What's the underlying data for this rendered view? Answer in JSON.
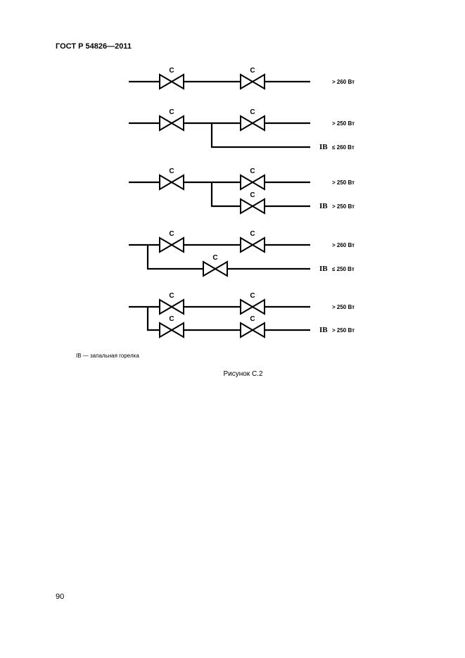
{
  "header": {
    "standard": "ГОСТ Р 54826—2011"
  },
  "valve_letter": "C",
  "ib_label": "IB",
  "rows": [
    {
      "outputs": [
        "> 260 Вт"
      ]
    },
    {
      "outputs": [
        "> 250 Вт",
        "≤ 260 Вт"
      ]
    },
    {
      "outputs": [
        "> 250 Вт",
        "> 250 Вт"
      ]
    },
    {
      "outputs": [
        "> 260 Вт",
        "≤ 250 Вт"
      ]
    },
    {
      "outputs": [
        "> 250 Вт",
        "> 250 Вт"
      ]
    }
  ],
  "legend": {
    "text": "IB — запальная горелка"
  },
  "caption": "Рисунок С.2",
  "footer": {
    "page_number": "90"
  }
}
